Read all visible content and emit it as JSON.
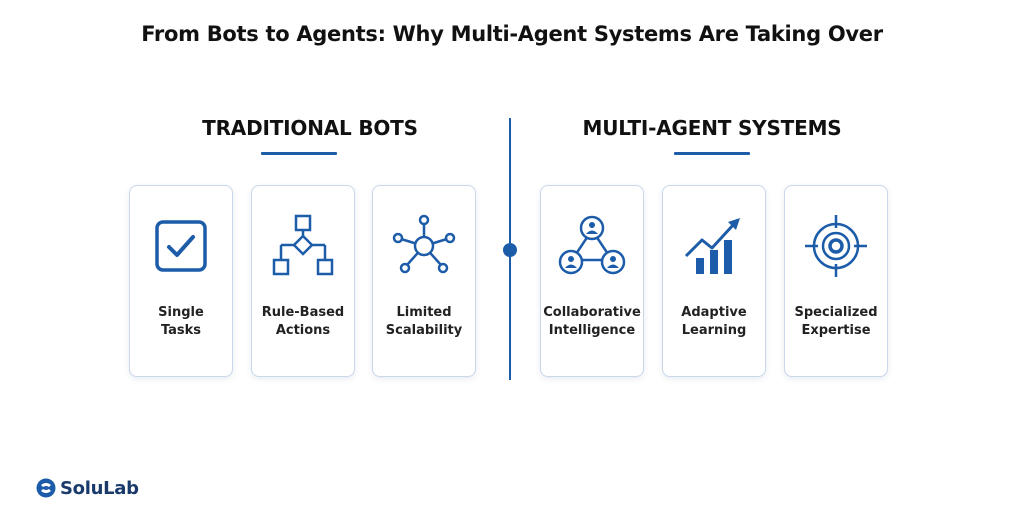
{
  "title": "From Bots to Agents: Why Multi-Agent Systems Are Taking Over",
  "colors": {
    "accent": "#1c5ca8",
    "card_border": "#c9d8ea",
    "text": "#111111"
  },
  "left_section": {
    "heading": "TRADITIONAL BOTS",
    "cards": [
      {
        "icon": "checkbox-icon",
        "line1": "Single",
        "line2": "Tasks"
      },
      {
        "icon": "flowchart-icon",
        "line1": "Rule-Based",
        "line2": "Actions"
      },
      {
        "icon": "hub-network-icon",
        "line1": "Limited",
        "line2": "Scalability"
      }
    ]
  },
  "right_section": {
    "heading": "MULTI-AGENT SYSTEMS",
    "cards": [
      {
        "icon": "collaboration-network-icon",
        "line1": "Collaborative",
        "line2": "Intelligence"
      },
      {
        "icon": "growth-chart-icon",
        "line1": "Adaptive",
        "line2": "Learning"
      },
      {
        "icon": "target-icon",
        "line1": "Specialized",
        "line2": "Expertise"
      }
    ]
  },
  "logo": {
    "text": "SoluLab"
  }
}
